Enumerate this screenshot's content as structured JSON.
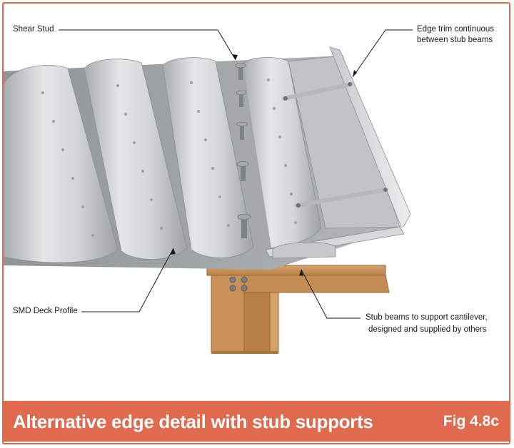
{
  "labels": {
    "shear_stud": "Shear Stud",
    "edge_trim_line1": "Edge trim continuous",
    "edge_trim_line2": "between stub beams",
    "smd_deck": "SMD Deck Profile",
    "stub_beams_line1": "Stub beams to support cantilever,",
    "stub_beams_line2": "designed and supplied by others"
  },
  "footer": {
    "title": "Alternative edge detail with stub supports",
    "fig": "Fig 4.8c"
  },
  "colors": {
    "accent": "#e06a4e",
    "steel_light": "#d9dcdd",
    "steel_mid": "#b9bdbf",
    "steel_dark": "#8e9396",
    "beam": "#c8925a",
    "beam_dark": "#a8743e"
  }
}
